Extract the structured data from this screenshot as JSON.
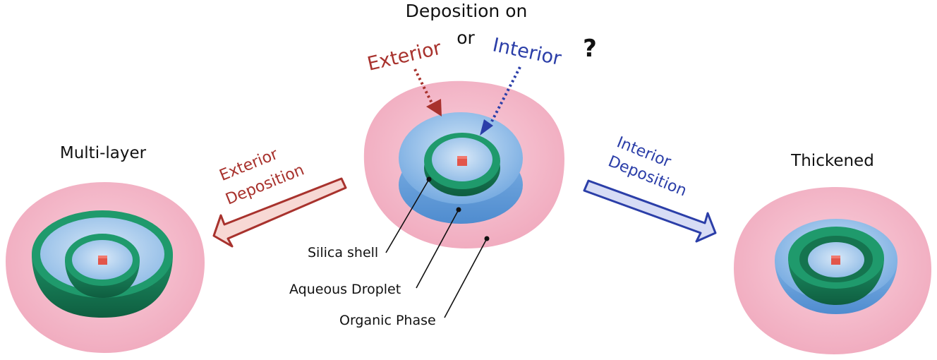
{
  "center": {
    "title_line1": "Deposition on",
    "or": "or",
    "question": "?",
    "exterior": "Exterior",
    "interior": "Interior"
  },
  "left": {
    "title": "Multi-layer",
    "arrow_line1": "Exterior",
    "arrow_line2": "Deposition"
  },
  "right": {
    "title": "Thickened",
    "arrow_line1": "Interior",
    "arrow_line2": "Deposition"
  },
  "labels": {
    "silica": "Silica shell",
    "aqueous": "Aqueous Droplet",
    "organic": "Organic Phase"
  },
  "colors": {
    "organic_phase": "#f4b8c8",
    "aqueous_droplet": "#8ab8e6",
    "silica_shell": "#1f9a6c",
    "core_particle": "#e2554a",
    "exterior": "#a8322d",
    "interior": "#2b3ea8"
  }
}
